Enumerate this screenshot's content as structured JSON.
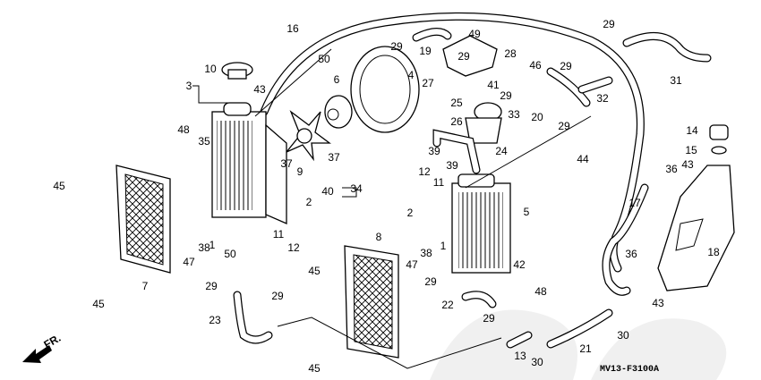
{
  "diagram": {
    "code": "MV13-F3100A",
    "direction_marker": "FR.",
    "callouts": [
      "16",
      "29",
      "19",
      "50",
      "10",
      "4",
      "3",
      "6",
      "43",
      "29",
      "49",
      "28",
      "46",
      "29",
      "29",
      "31",
      "27",
      "41",
      "29",
      "25",
      "32",
      "20",
      "33",
      "26",
      "29",
      "14",
      "15",
      "48",
      "35",
      "37",
      "37",
      "9",
      "39",
      "24",
      "44",
      "36",
      "43",
      "39",
      "40",
      "34",
      "45",
      "12",
      "11",
      "2",
      "2",
      "5",
      "17",
      "18",
      "38",
      "1",
      "50",
      "11",
      "12",
      "47",
      "38",
      "1",
      "47",
      "42",
      "48",
      "8",
      "36",
      "7",
      "45",
      "45",
      "29",
      "29",
      "23",
      "29",
      "22",
      "43",
      "29",
      "21",
      "30",
      "13",
      "30",
      "45"
    ]
  },
  "colors": {
    "line": "#000000",
    "background": "#ffffff",
    "watermark": "#f0f0f0"
  }
}
